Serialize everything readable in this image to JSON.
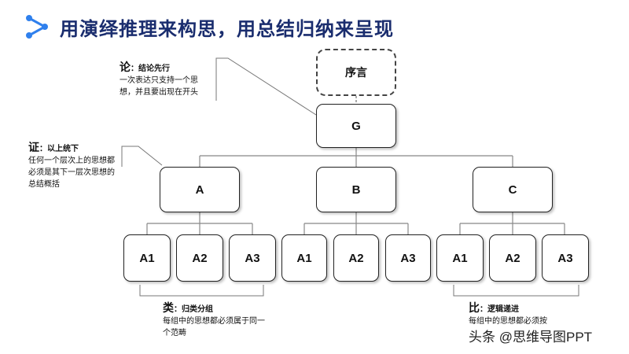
{
  "title": "用演绎推理来构思，用总结归纳来呈现",
  "icon": "share-nodes-icon",
  "colors": {
    "title": "#1a2d6e",
    "icon": "#2f80ed"
  },
  "diagram": {
    "preface": "序言",
    "root": "G",
    "level2": [
      "A",
      "B",
      "C"
    ],
    "level3": [
      [
        "A1",
        "A2",
        "A3"
      ],
      [
        "A1",
        "A2",
        "A3"
      ],
      [
        "A1",
        "A2",
        "A3"
      ]
    ]
  },
  "notes": {
    "lun": {
      "key": "论",
      "sub": "：结论先行",
      "body": "一次表达只支持一个思想，并且要出现在开头"
    },
    "zheng": {
      "key": "证",
      "sub": "：以上统下",
      "body": "任何一个层次上的思想都必须是其下一层次思想的总结概括"
    },
    "lei": {
      "key": "类",
      "sub": "：归类分组",
      "body": "每组中的思想都必须属于同一个范畴"
    },
    "bi": {
      "key": "比",
      "sub": "：逻辑递进",
      "body": "每组中的思想都必须按"
    }
  },
  "watermark": "头条 @思维导图PPT"
}
